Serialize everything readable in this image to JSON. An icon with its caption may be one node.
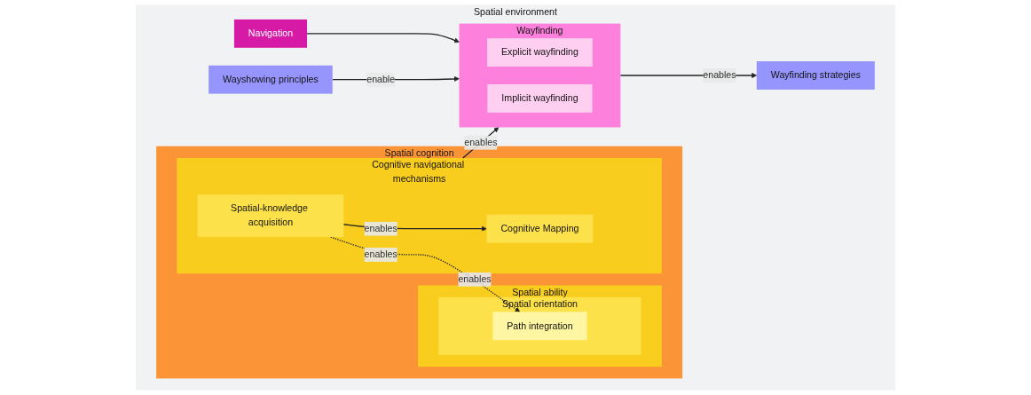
{
  "diagram": {
    "nodes": [
      {
        "text": [
          "Spatial environment"
        ]
      },
      {
        "text": [
          "Spatial cognition"
        ],
        "in": 0
      },
      {
        "text": [
          "Spatial ability"
        ],
        "in": 1
      },
      {
        "text": [
          "Spatial orientation"
        ],
        "in": 2
      },
      {
        "text": [
          "Path integration"
        ],
        "in": 3
      },
      {
        "text": [
          "Cognitive navigational mechanisms"
        ],
        "in": 1
      },
      {
        "text": [
          "Spatial-knowledge acquisition"
        ],
        "in": 5
      },
      {
        "text": [
          "Cognitive Mapping"
        ],
        "in": 5
      },
      {
        "text": [
          "Navigation"
        ],
        "in": 0
      },
      {
        "text": [
          "Wayfinding"
        ],
        "in": 0
      },
      {
        "text": [
          "Explicit wayfinding"
        ],
        "in": 9
      },
      {
        "text": [
          "Implicit wayfinding"
        ],
        "in": 9
      },
      {
        "text": [
          "Wayshowing principles"
        ],
        "in": 0
      },
      {
        "text": [
          "Wayfinding strategies"
        ],
        "in": 0
      }
    ],
    "edges": [
      {
        "from": 2,
        "to": 5,
        "arrow": "to",
        "label": "enables"
      },
      {
        "from": 6,
        "to": 4,
        "arrow": "to",
        "label": "enables",
        "style": "dashed"
      },
      {
        "from": 6,
        "to": 7,
        "arrow": "to",
        "label": "enables"
      },
      {
        "from": 5,
        "to": 9,
        "arrow": "to",
        "label": "enables"
      },
      {
        "from": 8,
        "to": 9,
        "arrow": "to"
      },
      {
        "from": 12,
        "to": 9,
        "arrow": "to",
        "label": "enable"
      },
      {
        "from": 9,
        "to": 13,
        "arrow": "to",
        "label": "enables"
      }
    ]
  }
}
